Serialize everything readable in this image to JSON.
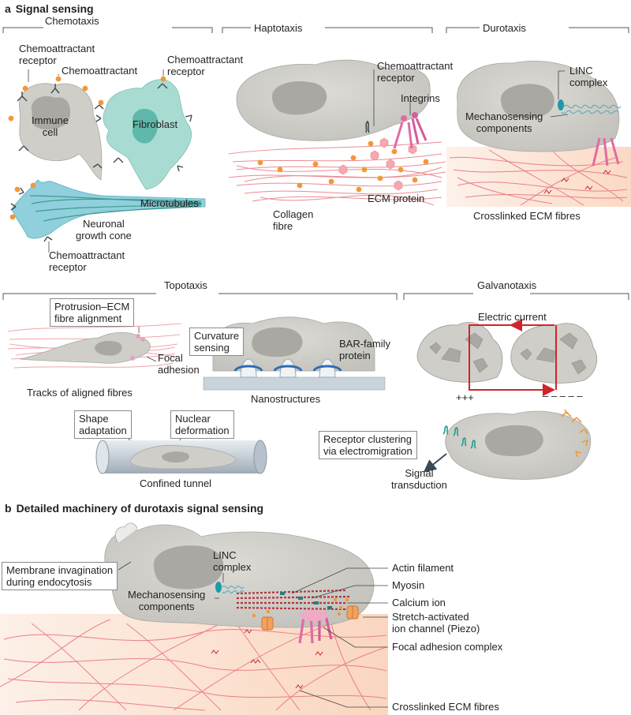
{
  "panel_a": {
    "letter": "a",
    "title": "Signal sensing",
    "chemotaxis": {
      "header": "Chemotaxis",
      "receptor_label_1": "Chemoattractant\nreceptor",
      "chemoattractant": "Chemoattractant",
      "receptor_label_2": "Chemoattractant\nreceptor",
      "immune_cell": "Immune\ncell",
      "fibroblast": "Fibroblast",
      "microtubules": "Microtubules",
      "growth_cone": "Neuronal\ngrowth cone",
      "receptor_label_3": "Chemoattractant\nreceptor"
    },
    "haptotaxis": {
      "header": "Haptotaxis",
      "receptor": "Chemoattractant\nreceptor",
      "integrins": "Integrins",
      "ecm_protein": "ECM protein",
      "collagen": "Collagen\nfibre"
    },
    "durotaxis": {
      "header": "Durotaxis",
      "linc": "LINC\ncomplex",
      "mechanosensing": "Mechanosensing\ncomponents",
      "fibres": "Crosslinked ECM fibres"
    },
    "topotaxis": {
      "header": "Topotaxis",
      "protrusion": "Protrusion–ECM\nfibre alignment",
      "focal": "Focal\nadhesion",
      "tracks": "Tracks of aligned fibres",
      "curvature": "Curvature\nsensing",
      "bar": "BAR-family\nprotein",
      "nano": "Nanostructures",
      "shape": "Shape\nadaptation",
      "nuclear": "Nuclear\ndeformation",
      "tunnel": "Confined tunnel"
    },
    "galvanotaxis": {
      "header": "Galvanotaxis",
      "current": "Electric current",
      "plus": "+++",
      "minus": "– – – – –",
      "clustering": "Receptor clustering\nvia electromigration",
      "signal": "Signal\ntransduction"
    }
  },
  "panel_b": {
    "letter": "b",
    "title": "Detailed machinery of durotaxis signal sensing",
    "invagination": "Membrane invagination\nduring endocytosis",
    "linc": "LINC\ncomplex",
    "mechanosensing": "Mechanosensing\ncomponents",
    "actin": "Actin filament",
    "myosin": "Myosin",
    "calcium": "Calcium ion",
    "piezo": "Stretch-activated\nion channel (Piezo)",
    "focal": "Focal adhesion complex",
    "fibres": "Crosslinked ECM fibres"
  },
  "colors": {
    "cell_grey": "#d3d2cd",
    "fibroblast": "#a8dcd3",
    "neuron": "#8fd0dc",
    "ecm_fibre": "#ea7f86",
    "ecm_bg": "#fbe3d4",
    "orange": "#f29837",
    "red_arrow": "#d2232a",
    "teal": "#1d9a8c"
  }
}
